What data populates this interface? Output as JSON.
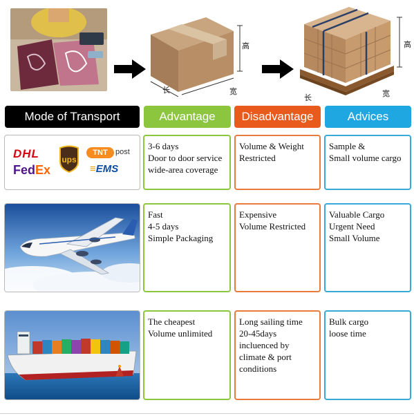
{
  "illustration": {
    "box_dims": {
      "height": "高",
      "length": "长",
      "width": "宽"
    },
    "pallet_dims": {
      "height": "高",
      "length": "长",
      "width": "宽"
    },
    "icons": [
      "arrow-right-icon",
      "carton-box-icon",
      "pallet-cargo-icon"
    ]
  },
  "headers": {
    "mode": "Mode of Transport",
    "advantage": "Advantage",
    "disadvantage": "Disadvantage",
    "advices": "Advices"
  },
  "colors": {
    "mode": "#000000",
    "advantage": "#8cc63f",
    "disadvantage": "#e85b1c",
    "advices": "#1ea7e1"
  },
  "rows": [
    {
      "mode_logos": {
        "dhl": "DHL",
        "fedex_a": "Fed",
        "fedex_b": "Ex",
        "ups": "ups",
        "tnt": "TNT",
        "post": "post",
        "ems": "EMS"
      },
      "advantage": [
        "3-6 days",
        "Door to door service",
        "wide-area coverage"
      ],
      "disadvantage": [
        "Volume & Weight",
        "Restricted"
      ],
      "advices": [
        "Sample &",
        "Small volume cargo"
      ]
    },
    {
      "mode_image": "airplane-photo",
      "advantage": [
        "Fast",
        "4-5 days",
        "Simple Packaging"
      ],
      "disadvantage": [
        "Expensive",
        "Volume Restricted"
      ],
      "advices": [
        "Valuable Cargo",
        "Urgent Need",
        "Small Volume"
      ]
    },
    {
      "mode_image": "container-ship-photo",
      "advantage": [
        "The cheapest",
        "Volume unlimited"
      ],
      "disadvantage": [
        "Long sailing time",
        "20-45days",
        "incluenced by",
        "climate & port",
        "conditions"
      ],
      "advices": [
        "Bulk cargo",
        "loose time"
      ]
    }
  ]
}
